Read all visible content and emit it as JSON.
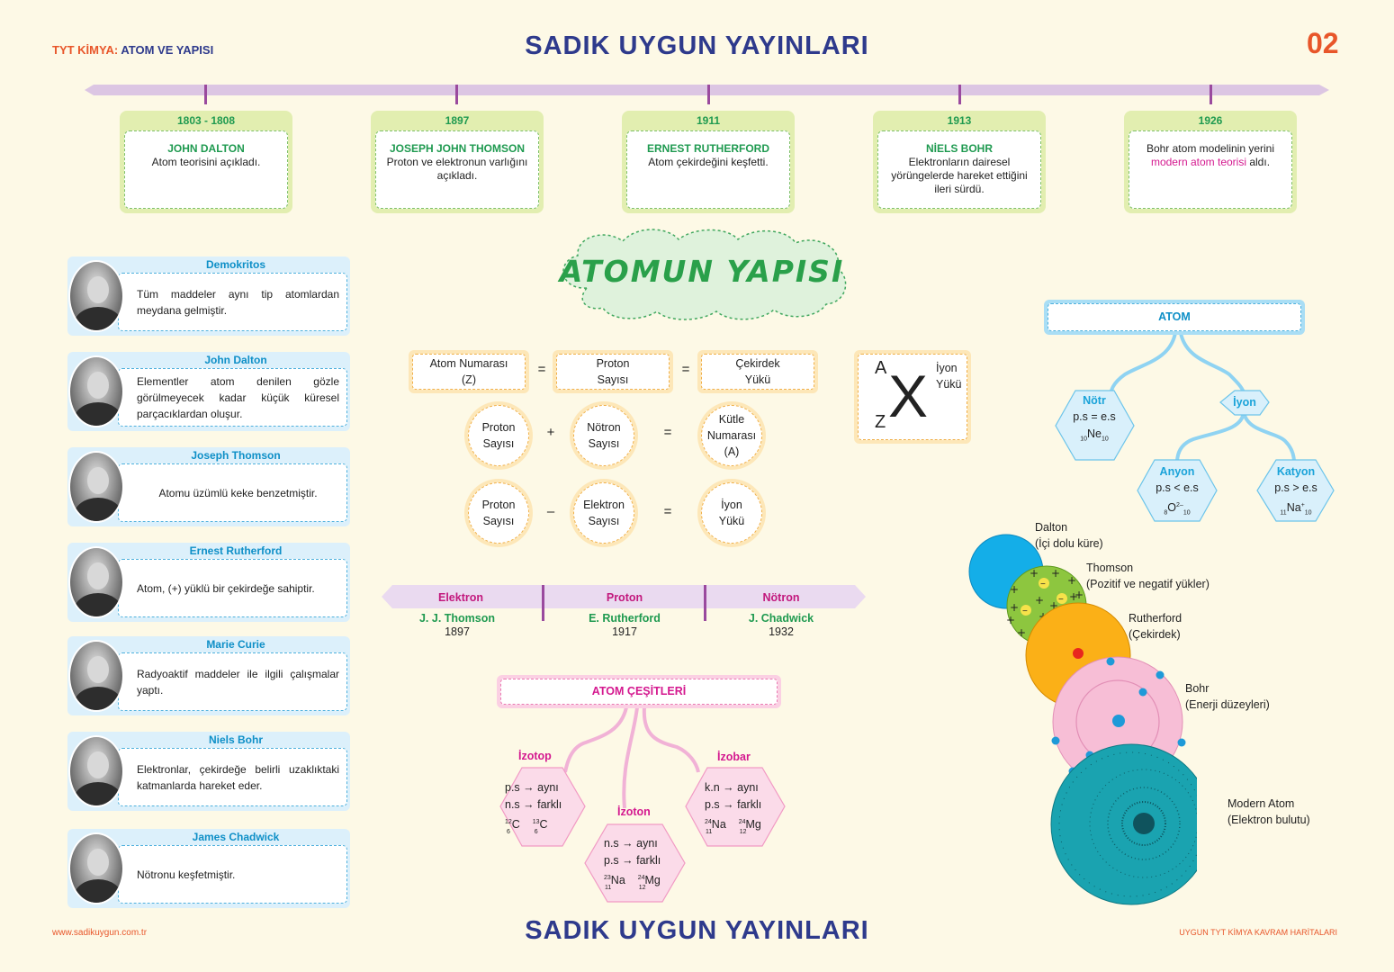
{
  "header": {
    "subject_a": "TYT KİMYA:",
    "subject_b": "ATOM VE YAPISI",
    "brand": "SADIK  UYGUN  YAYINLARI",
    "page": "02"
  },
  "footer": {
    "website": "www.sadikuygun.com.tr",
    "series": "UYGUN TYT KİMYA KAVRAM HARİTALARI",
    "brand": "SADIK  UYGUN  YAYINLARI"
  },
  "timeline": [
    {
      "year": "1803 - 1808",
      "name": "JOHN DALTON",
      "text": "Atom teorisini açıkladı."
    },
    {
      "year": "1897",
      "name": "JOSEPH JOHN THOMSON",
      "text": "Proton ve elektronun varlığını açıkladı."
    },
    {
      "year": "1911",
      "name": "ERNEST RUTHERFORD",
      "text": "Atom çekirdeğini keşfetti."
    },
    {
      "year": "1913",
      "name": "NİELS BOHR",
      "text": "Elektronların dairesel yörüngelerde hareket ettiğini ileri sürdü."
    },
    {
      "year": "1926",
      "text_a": "Bohr atom modelinin yerini",
      "text_hl": "modern atom teorisi",
      "text_b": "aldı."
    }
  ],
  "scientists": [
    {
      "name": "Demokritos",
      "text": "Tüm maddeler aynı tip atomlardan meydana gelmiştir."
    },
    {
      "name": "John Dalton",
      "text": "Elementler atom denilen gözle görülmeyecek kadar küçük küresel parçacıklardan oluşur."
    },
    {
      "name": "Joseph Thomson",
      "text": "Atomu üzümlü keke benzetmiştir."
    },
    {
      "name": "Ernest Rutherford",
      "text": "Atom, (+) yüklü bir çekirdeğe sahiptir."
    },
    {
      "name": "Marie Curie",
      "text": "Radyoaktif maddeler ile ilgili çalışmalar yaptı."
    },
    {
      "name": "Niels Bohr",
      "text": "Elektronlar, çekirdeğe belirli uzaklıktaki katmanlarda hareket eder."
    },
    {
      "name": "James Chadwick",
      "text": "Nötronu keşfetmiştir."
    }
  ],
  "title": "ATOMUN YAPISI",
  "formulas": {
    "row1": {
      "a1": "Atom Numarası",
      "a2": "(Z)",
      "eq1": "=",
      "b1": "Proton",
      "b2": "Sayısı",
      "eq2": "=",
      "c1": "Çekirdek",
      "c2": "Yükü"
    },
    "row2": {
      "a1": "Proton",
      "a2": "Sayısı",
      "op": "+",
      "b1": "Nötron",
      "b2": "Sayısı",
      "eq": "=",
      "c1": "Kütle",
      "c2": "Numarası",
      "c3": "(A)"
    },
    "row3": {
      "a1": "Proton",
      "a2": "Sayısı",
      "op": "–",
      "b1": "Elektron",
      "b2": "Sayısı",
      "eq": "=",
      "c1": "İyon",
      "c2": "Yükü"
    }
  },
  "notation": {
    "a": "A",
    "z": "Z",
    "x": "X",
    "ion1": "İyon",
    "ion2": "Yükü"
  },
  "particles": [
    {
      "title": "Elektron",
      "name": "J. J. Thomson",
      "year": "1897"
    },
    {
      "title": "Proton",
      "name": "E. Rutherford",
      "year": "1917"
    },
    {
      "title": "Nötron",
      "name": "J. Chadwick",
      "year": "1932"
    }
  ],
  "atom_types": {
    "title": "ATOM ÇEŞİTLERİ",
    "izotop": {
      "label": "İzotop",
      "l1": "p.s → aynı",
      "l2": "n.s → farklı",
      "n1_mass": "12",
      "n1_num": "6",
      "n1_sym": "C",
      "n2_mass": "13",
      "n2_num": "6",
      "n2_sym": "C"
    },
    "izoton": {
      "label": "İzoton",
      "l1": "n.s → aynı",
      "l2": "p.s → farklı",
      "n1_mass": "23",
      "n1_num": "11",
      "n1_sym": "Na",
      "n2_mass": "24",
      "n2_num": "12",
      "n2_sym": "Mg"
    },
    "izobar": {
      "label": "İzobar",
      "l1": "k.n → aynı",
      "l2": "p.s → farklı",
      "n1_mass": "24",
      "n1_num": "11",
      "n1_sym": "Na",
      "n2_mass": "24",
      "n2_num": "12",
      "n2_sym": "Mg"
    }
  },
  "atom_tree": {
    "title": "ATOM",
    "notr": {
      "label": "Nötr",
      "l1": "p.s = e.s",
      "num": "10",
      "sym": "Ne",
      "sub": "10"
    },
    "iyon": {
      "label": "İyon"
    },
    "anyon": {
      "label": "Anyon",
      "l1": "p.s < e.s",
      "num": "8",
      "sym": "O",
      "sup": "2–",
      "sub": "10"
    },
    "katyon": {
      "label": "Katyon",
      "l1": "p.s > e.s",
      "num": "11",
      "sym": "Na",
      "sup": "+",
      "sub": "10"
    }
  },
  "models": [
    {
      "l1": "Dalton",
      "l2": "(İçi dolu küre)"
    },
    {
      "l1": "Thomson",
      "l2": "(Pozitif ve negatif yükler)"
    },
    {
      "l1": "Rutherford",
      "l2": "(Çekirdek)"
    },
    {
      "l1": "Bohr",
      "l2": "(Enerji düzeyleri)"
    },
    {
      "l1": "Modern Atom",
      "l2": "(Elektron bulutu)"
    }
  ],
  "colors": {
    "brand": "#2e3a8c",
    "accent": "#e8562a",
    "green": "#1f9a50",
    "magenta": "#c2187d",
    "blue": "#0e8fc7"
  }
}
